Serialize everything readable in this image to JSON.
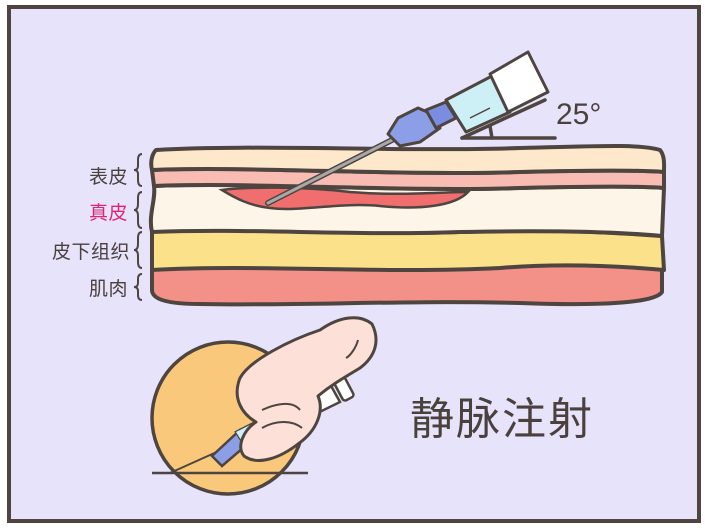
{
  "diagram": {
    "angle_label": "25°",
    "title": "静脉注射",
    "layers": [
      {
        "name": "表皮",
        "color": "#fde8cc",
        "highlight": false
      },
      {
        "name": "真皮",
        "color": "#fdf5e8",
        "highlight": true
      },
      {
        "name": "皮下组织",
        "color": "#fbe18a",
        "highlight": false
      },
      {
        "name": "肌肉",
        "color": "#f39087",
        "highlight": false
      }
    ],
    "highlight_color": "#e0237a",
    "colors": {
      "background": "#e6e3fb",
      "border": "#4f4540",
      "epidermis_inner": "#f9bcb2",
      "injection_bleb": "#f06e6e",
      "circle": "#fac87a",
      "glove": "#fde0d8",
      "syringe_liquid": "#cdf0f7",
      "needle_hub": "#8c9ee6"
    }
  }
}
